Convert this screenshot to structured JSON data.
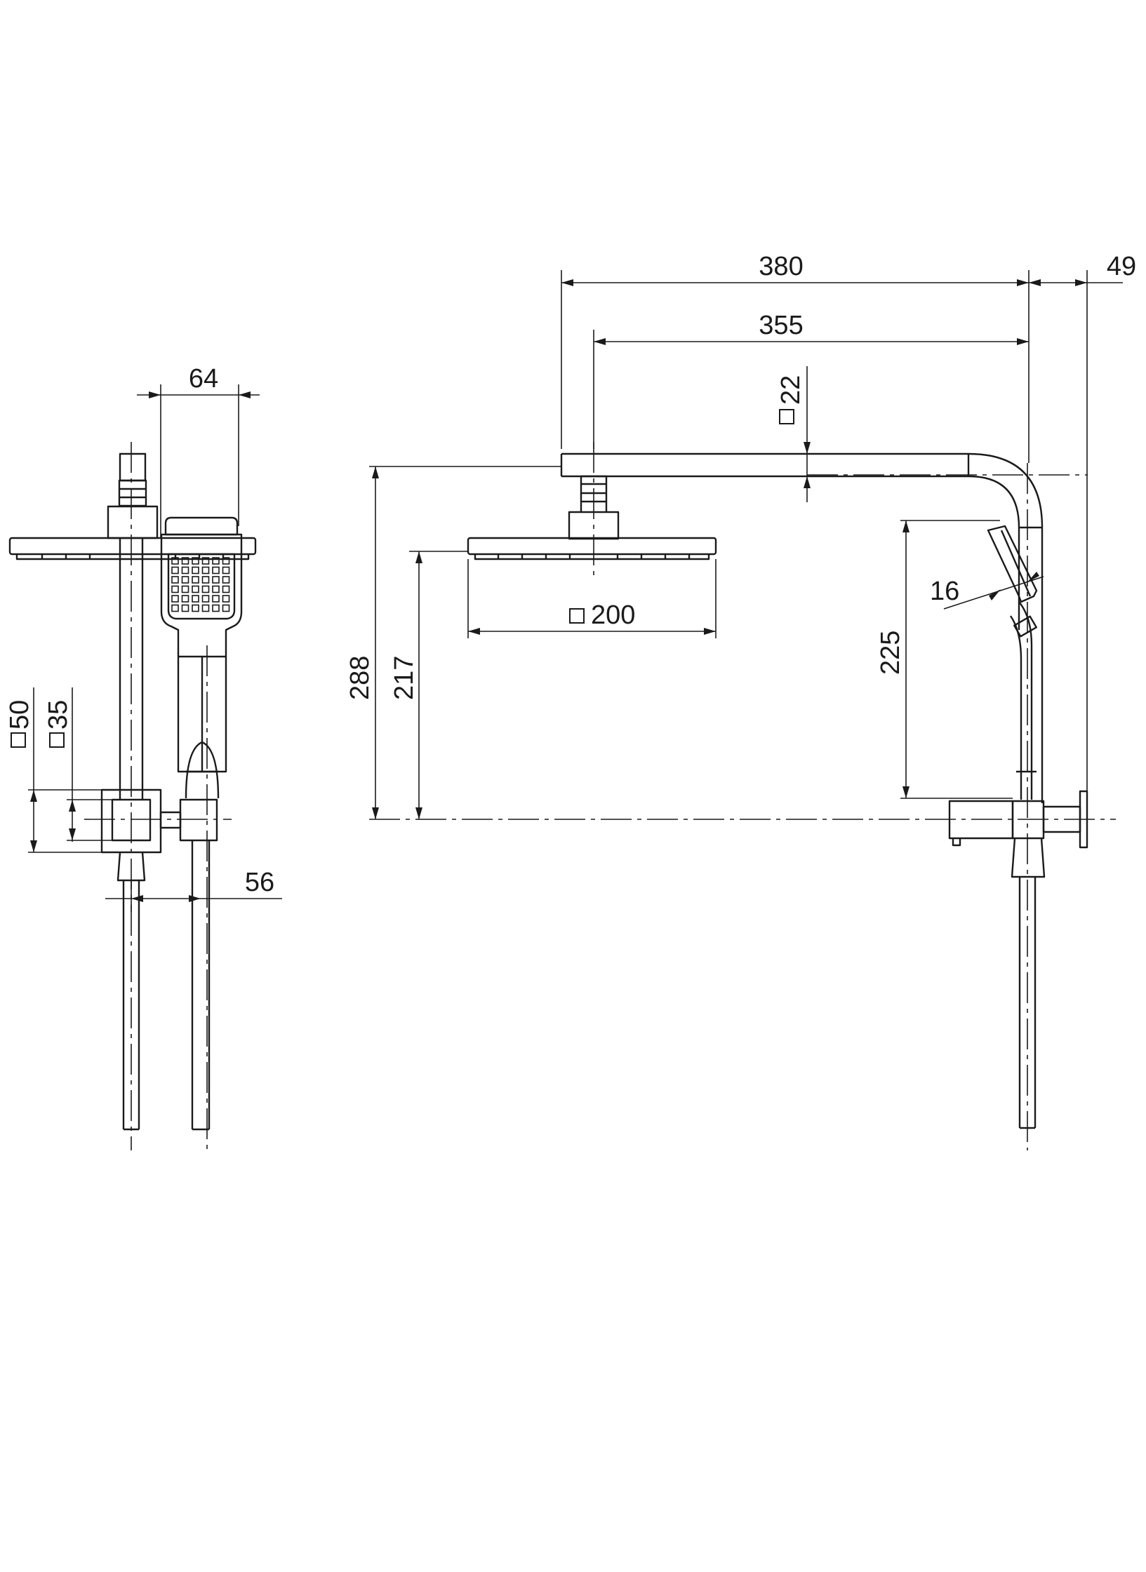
{
  "dimensions": {
    "side_view": {
      "head_to_handset": "64",
      "bracket_outer": "50",
      "bracket_inner": "35",
      "rail_to_hose": "56"
    },
    "front_view": {
      "overall_reach": "380",
      "arm_reach": "355",
      "wall_plate_depth": "49",
      "arm_section": "22",
      "head_size": "200",
      "arm_height": "288",
      "head_height": "217",
      "handset_height": "225",
      "handset_angle": "16"
    }
  },
  "symbols": {
    "square": "□"
  }
}
